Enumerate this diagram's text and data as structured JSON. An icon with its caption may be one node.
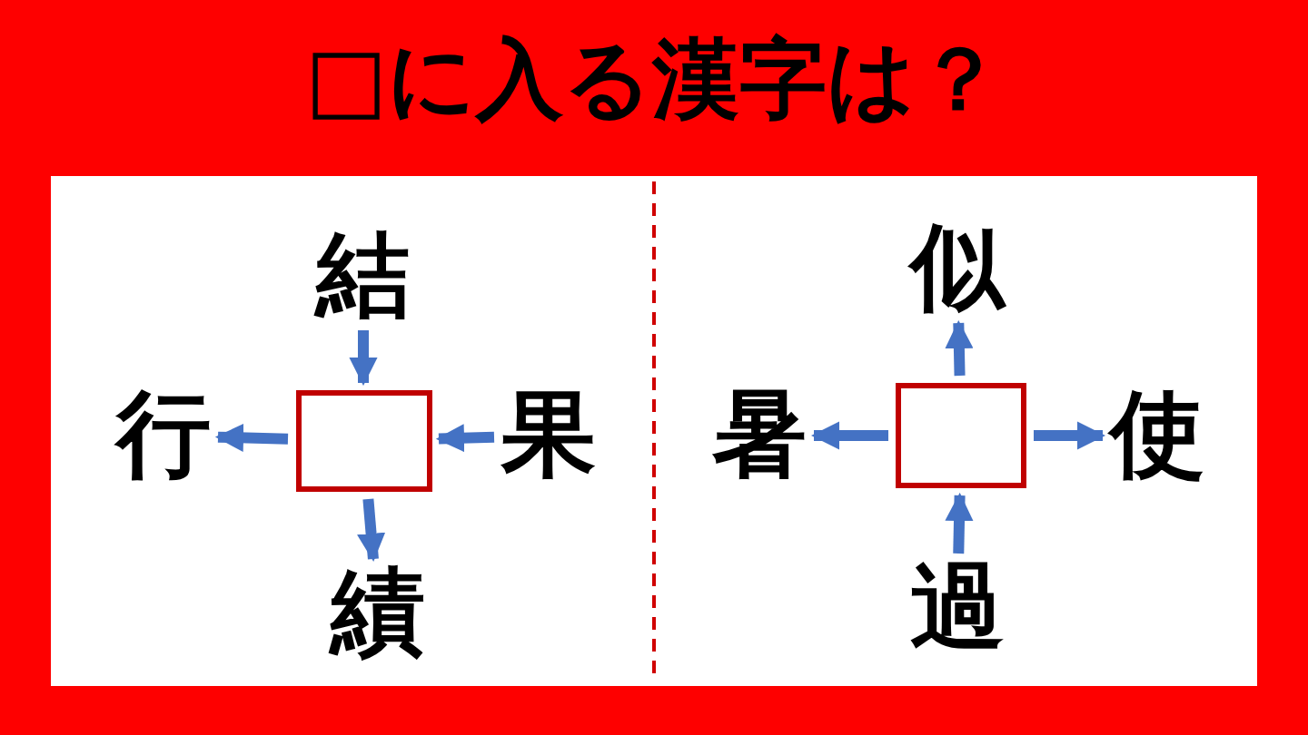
{
  "diagram": {
    "title": "□に入る漢字は？",
    "nodes": [
      {
        "text": [
          "結"
        ]
      },
      {
        "text": [
          "行"
        ]
      },
      {
        "text": [],
        "shape": "box"
      },
      {
        "text": [
          "果"
        ]
      },
      {
        "text": [
          "績"
        ]
      },
      {
        "text": [
          "似"
        ]
      },
      {
        "text": [
          "暑"
        ]
      },
      {
        "text": [],
        "shape": "box"
      },
      {
        "text": [
          "使"
        ]
      },
      {
        "text": [
          "過"
        ]
      }
    ],
    "edges": [
      {
        "from": 0,
        "to": 2,
        "arrow": "to"
      },
      {
        "from": 2,
        "to": 1,
        "arrow": "to"
      },
      {
        "from": 3,
        "to": 2,
        "arrow": "to"
      },
      {
        "from": 2,
        "to": 4,
        "arrow": "to"
      },
      {
        "from": 7,
        "to": 5,
        "arrow": "to"
      },
      {
        "from": 7,
        "to": 6,
        "arrow": "to"
      },
      {
        "from": 7,
        "to": 8,
        "arrow": "to"
      },
      {
        "from": 9,
        "to": 7,
        "arrow": "to"
      }
    ]
  }
}
